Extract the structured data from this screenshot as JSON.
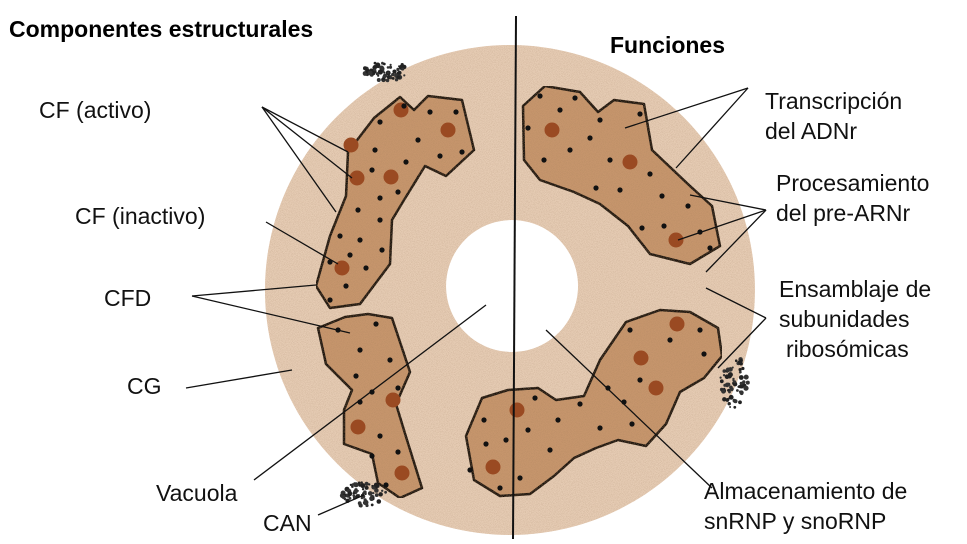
{
  "headings": {
    "left": "Componentes estructurales",
    "right": "Funciones"
  },
  "structure_labels": {
    "cf_active": "CF (activo)",
    "cf_inactive": "CF (inactivo)",
    "cfd": "CFD",
    "cg": "CG",
    "vacuole": "Vacuola",
    "can": "CAN"
  },
  "function_labels": {
    "transcription": [
      "Transcripción",
      "del ADNr"
    ],
    "processing": [
      "Procesamiento",
      "del pre-ARNr"
    ],
    "assembly": [
      "Ensamblaje de",
      "subunidades",
      "ribosómicas"
    ],
    "storage": [
      "Almacenamiento de",
      "snRNP y snoRNP"
    ]
  },
  "colors": {
    "granular_component": "#e7cdb5",
    "dense_fibrillar": "#c7966d",
    "fibrillar_center": "#9a4a22",
    "outline": "#111111",
    "chromatin": "#333333"
  }
}
